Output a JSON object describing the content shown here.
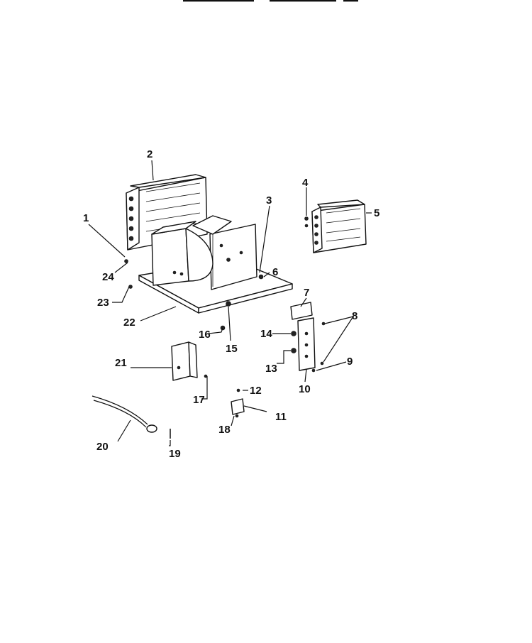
{
  "callouts": [
    "1",
    "2",
    "3",
    "4",
    "5",
    "6",
    "7",
    "8",
    "9",
    "10",
    "11",
    "12",
    "13",
    "14",
    "15",
    "16",
    "17",
    "18",
    "19",
    "20",
    "21",
    "22",
    "23",
    "24"
  ],
  "colors": {
    "ink": "#111111",
    "paper": "#ffffff"
  }
}
